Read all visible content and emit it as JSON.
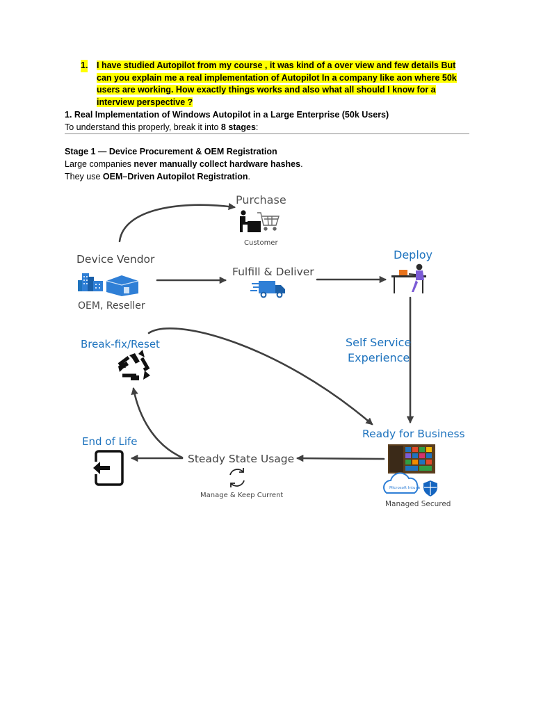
{
  "question": {
    "number": "1.",
    "text_lines": [
      "I have studied Autopilot from my course , it was kind of a over view and few details But",
      "can you explain me a real implementation of Autopilot In a company like aon where 50k",
      "users are working. How exactly things works and also what all should I know for a",
      "interview perspective ?"
    ]
  },
  "answer": {
    "heading": "1. Real Implementation of Windows Autopilot in a Large Enterprise (50k Users)",
    "intro_prefix": "To understand this properly, break it into ",
    "intro_bold": "8 stages",
    "intro_suffix": ":"
  },
  "stage1": {
    "heading": "Stage 1 — Device Procurement & OEM Registration",
    "line1_prefix": "Large companies ",
    "line1_bold": "never manually collect hardware hashes",
    "line1_suffix": ".",
    "line2_prefix": "They use ",
    "line2_bold": "OEM–Driven Autopilot Registration",
    "line2_suffix": "."
  },
  "diagram": {
    "purchase": "Purchase",
    "customer": "Customer",
    "device_vendor": "Device Vendor",
    "oem_reseller": "OEM, Reseller",
    "fulfill_deliver": "Fulfill & Deliver",
    "deploy": "Deploy",
    "self_service_1": "Self Service",
    "self_service_2": "Experience",
    "break_fix": "Break-fix/Reset",
    "ready": "Ready for Business",
    "end_of_life": "End of Life",
    "steady_state": "Steady State Usage",
    "manage_keep": "Manage & Keep Current",
    "managed_secured": "Managed Secured",
    "intune_logo_text": "Microsoft Intune",
    "colors": {
      "blue_label": "#1e73be",
      "arrow": "#404040",
      "cloud": "#2f7fd6",
      "shield": "#1565c0"
    }
  }
}
